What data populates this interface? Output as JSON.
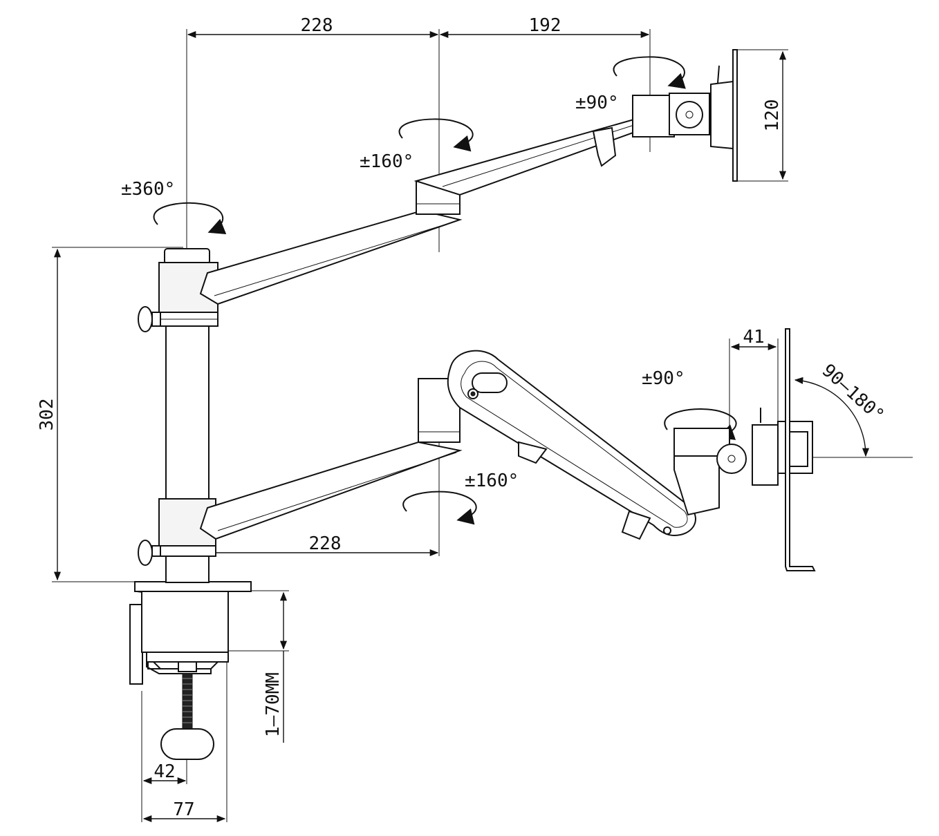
{
  "dimensions": {
    "top_arm_inner": "228",
    "top_arm_outer": "192",
    "top_mount_height": "120",
    "pole_height": "302",
    "bottom_arm_length": "228",
    "bottom_mount_offset": "41",
    "clamp_thickness": "1–70MM",
    "clamp_inner": "42",
    "clamp_width": "77"
  },
  "rotations": {
    "pole": "±360°",
    "top_elbow": "±160°",
    "top_head": "±90°",
    "bottom_elbow": "±160°",
    "bottom_head": "±90°",
    "tilt": "90–180°"
  }
}
